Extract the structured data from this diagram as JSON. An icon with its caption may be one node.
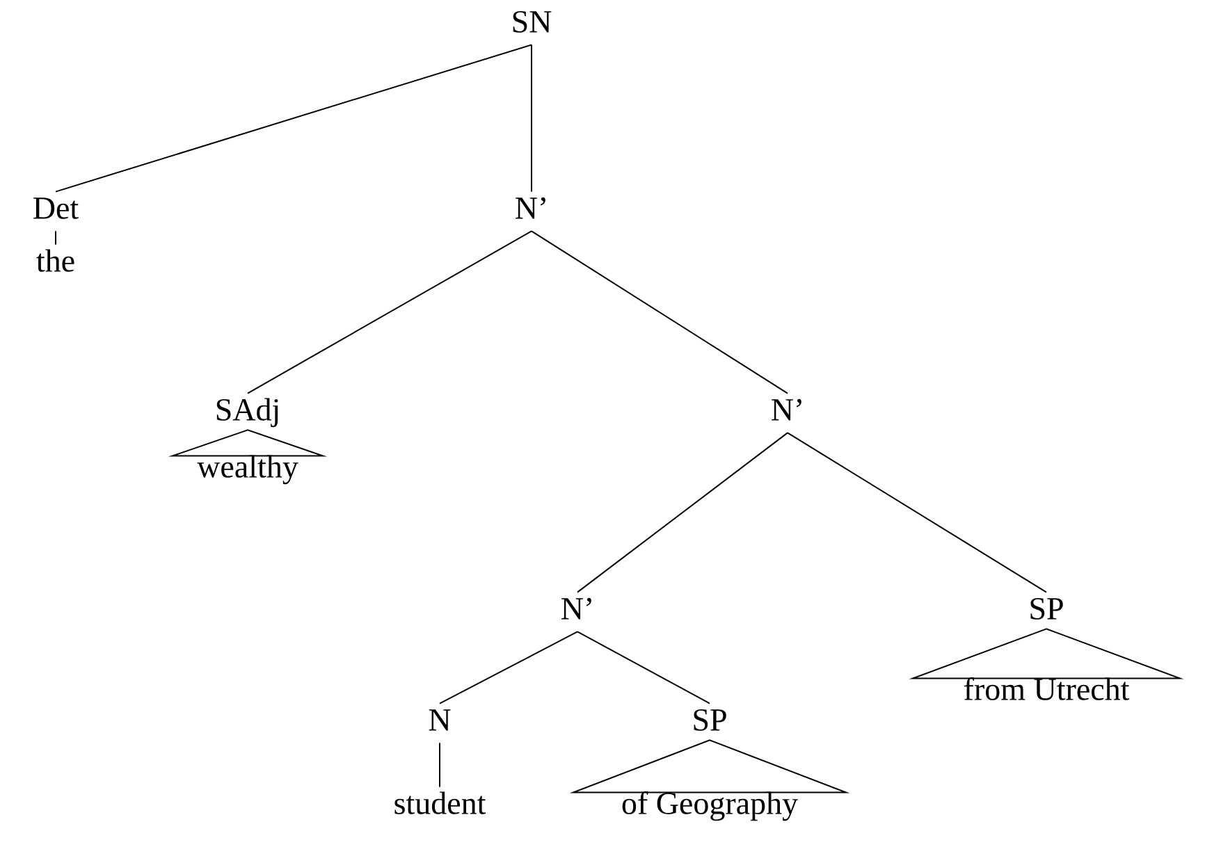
{
  "diagram": {
    "nodes": [
      {
        "text": [
          "SN"
        ]
      },
      {
        "text": [
          "Det"
        ]
      },
      {
        "text": [
          "the"
        ]
      },
      {
        "text": [
          "N’"
        ]
      },
      {
        "text": [
          "SAdj"
        ]
      },
      {
        "text": [
          "wealthy"
        ]
      },
      {
        "text": [
          "N’"
        ]
      },
      {
        "text": [
          "N’"
        ]
      },
      {
        "text": [
          "SP"
        ]
      },
      {
        "text": [
          "from Utrecht"
        ]
      },
      {
        "text": [
          "N"
        ]
      },
      {
        "text": [
          "SP"
        ]
      },
      {
        "text": [
          "student"
        ]
      },
      {
        "text": [
          "of Geography"
        ]
      }
    ],
    "edges": [
      {
        "from": 0,
        "to": 1,
        "arrow": "none"
      },
      {
        "from": 0,
        "to": 3,
        "arrow": "none"
      },
      {
        "from": 1,
        "to": 2,
        "arrow": "none"
      },
      {
        "from": 3,
        "to": 4,
        "arrow": "none"
      },
      {
        "from": 3,
        "to": 6,
        "arrow": "none"
      },
      {
        "from": 4,
        "to": 5,
        "arrow": "none"
      },
      {
        "from": 6,
        "to": 7,
        "arrow": "none"
      },
      {
        "from": 6,
        "to": 8,
        "arrow": "none"
      },
      {
        "from": 8,
        "to": 9,
        "arrow": "none"
      },
      {
        "from": 7,
        "to": 10,
        "arrow": "none"
      },
      {
        "from": 7,
        "to": 11,
        "arrow": "none"
      },
      {
        "from": 10,
        "to": 12,
        "arrow": "none"
      },
      {
        "from": 11,
        "to": 13,
        "arrow": "none"
      }
    ]
  }
}
